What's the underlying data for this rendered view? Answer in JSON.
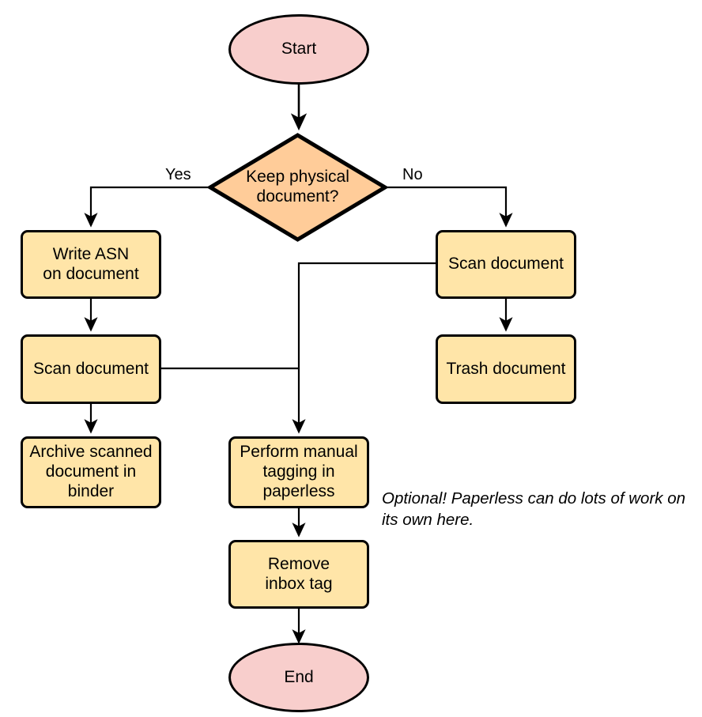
{
  "diagram": {
    "type": "flowchart",
    "orientation": "top-to-bottom",
    "background_color": "#ffffff",
    "colors": {
      "terminator_fill": "#f8cecc",
      "process_fill": "#ffe5a8",
      "decision_fill": "#ffcc99",
      "stroke": "#000000",
      "connector": "#000000",
      "text": "#000000"
    },
    "nodes": [
      {
        "id": "start",
        "label": "Start",
        "shape": "ellipse"
      },
      {
        "id": "decision",
        "label": "Keep physical\ndocument?",
        "shape": "diamond"
      },
      {
        "id": "write_asn",
        "label": "Write ASN\non document",
        "shape": "rounded-rect"
      },
      {
        "id": "scan_left",
        "label": "Scan document",
        "shape": "rounded-rect"
      },
      {
        "id": "archive",
        "label": "Archive scanned\ndocument in\nbinder",
        "shape": "rounded-rect"
      },
      {
        "id": "scan_right",
        "label": "Scan document",
        "shape": "rounded-rect"
      },
      {
        "id": "trash",
        "label": "Trash document",
        "shape": "rounded-rect"
      },
      {
        "id": "manual_tag",
        "label": "Perform manual\ntagging in\npaperless",
        "shape": "rounded-rect"
      },
      {
        "id": "remove_inbox",
        "label": "Remove\ninbox tag",
        "shape": "rounded-rect"
      },
      {
        "id": "end",
        "label": "End",
        "shape": "ellipse"
      }
    ],
    "edges": [
      {
        "from": "start",
        "to": "decision",
        "label": ""
      },
      {
        "from": "decision",
        "to": "write_asn",
        "label": "Yes"
      },
      {
        "from": "decision",
        "to": "scan_right",
        "label": "No"
      },
      {
        "from": "write_asn",
        "to": "scan_left",
        "label": ""
      },
      {
        "from": "scan_left",
        "to": "archive",
        "label": ""
      },
      {
        "from": "scan_left",
        "to": "manual_tag",
        "label": ""
      },
      {
        "from": "scan_right",
        "to": "trash",
        "label": ""
      },
      {
        "from": "scan_right",
        "to": "manual_tag",
        "label": ""
      },
      {
        "from": "manual_tag",
        "to": "remove_inbox",
        "label": ""
      },
      {
        "from": "remove_inbox",
        "to": "end",
        "label": ""
      }
    ],
    "edge_labels": {
      "yes": "Yes",
      "no": "No"
    },
    "annotations": [
      {
        "id": "optional-note",
        "text": "Optional! Paperless can do lots of work on\nits own here.",
        "style": "italic"
      }
    ]
  }
}
